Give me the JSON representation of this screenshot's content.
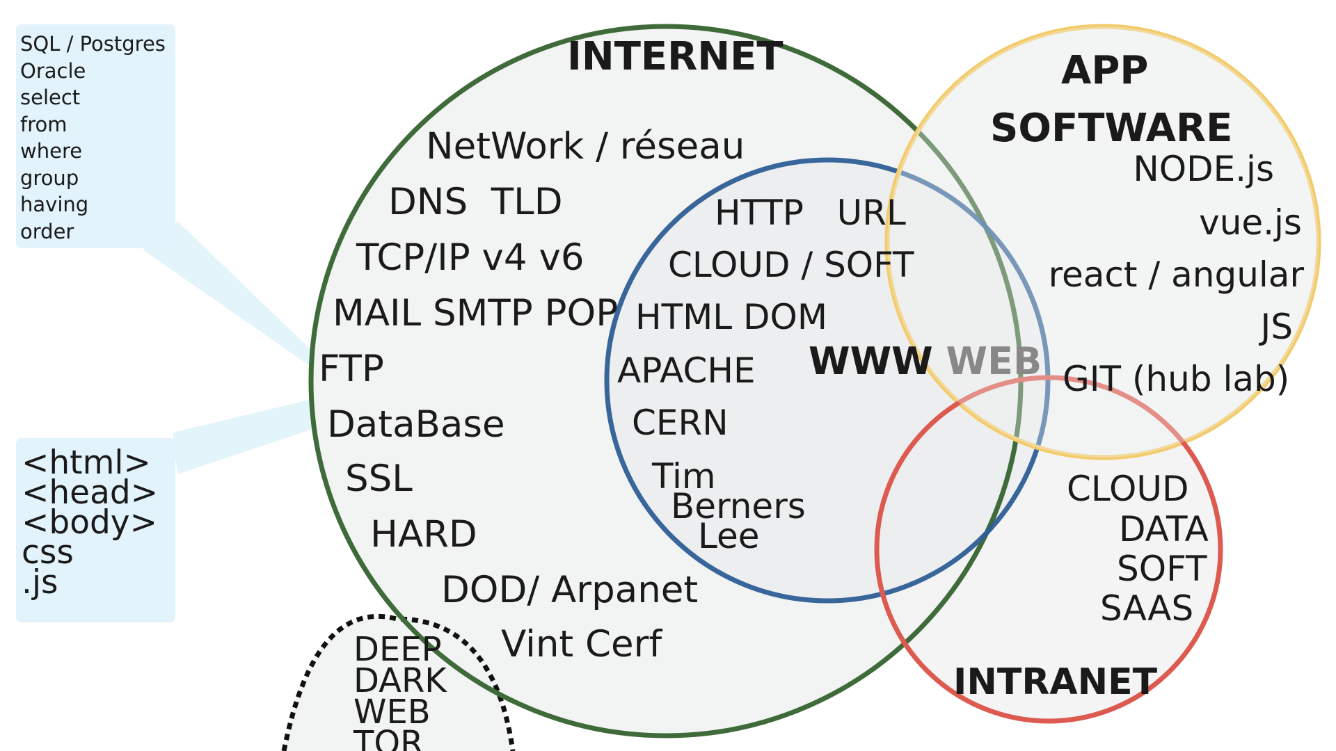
{
  "colors": {
    "background": "#ffffff",
    "circle_fill": "#f2f3f3",
    "internet_stroke": "#3f6b3a",
    "web_stroke": "#2e5e95",
    "app_stroke": "#f3cb6a",
    "intranet_stroke": "#dc5a4f",
    "deepweb_stroke": "#111111",
    "callout_fill": "#e2f3fb",
    "text": "#1a1a1a",
    "web_label_overlap": "#888888"
  },
  "internet": {
    "title": "INTERNET",
    "items": [
      "NetWork / réseau",
      "DNS  TLD",
      "TCP/IP v4 v6",
      "MAIL SMTP POP",
      "FTP",
      "DataBase",
      "SSL",
      "HARD",
      "DOD/ Arpanet",
      "Vint Cerf"
    ]
  },
  "web": {
    "title_part1": "WWW ",
    "title_part2": "WEB",
    "items": [
      "HTTP   URL",
      "CLOUD / SOFT",
      "HTML DOM",
      "APACHE",
      "CERN"
    ],
    "person": [
      "Tim",
      "Berners",
      "Lee"
    ]
  },
  "app_software": {
    "title_line1": "APP",
    "title_line2": "SOFTWARE",
    "items": [
      "NODE.js",
      "vue.js",
      "react / angular",
      "JS",
      "GIT (hub lab)"
    ]
  },
  "intranet": {
    "title": "INTRANET",
    "items": [
      "CLOUD",
      "DATA",
      "SOFT",
      "SAAS"
    ]
  },
  "deep_web": {
    "items": [
      "DEEP",
      "DARK",
      "WEB",
      "TOR"
    ]
  },
  "callout_sql": {
    "lines": [
      "SQL / Postgres",
      "Oracle",
      "select",
      "from",
      "where",
      "group",
      "having",
      "order"
    ]
  },
  "callout_html": {
    "lines": [
      "<html>",
      "<head>",
      "<body>",
      "css",
      ".js"
    ]
  }
}
